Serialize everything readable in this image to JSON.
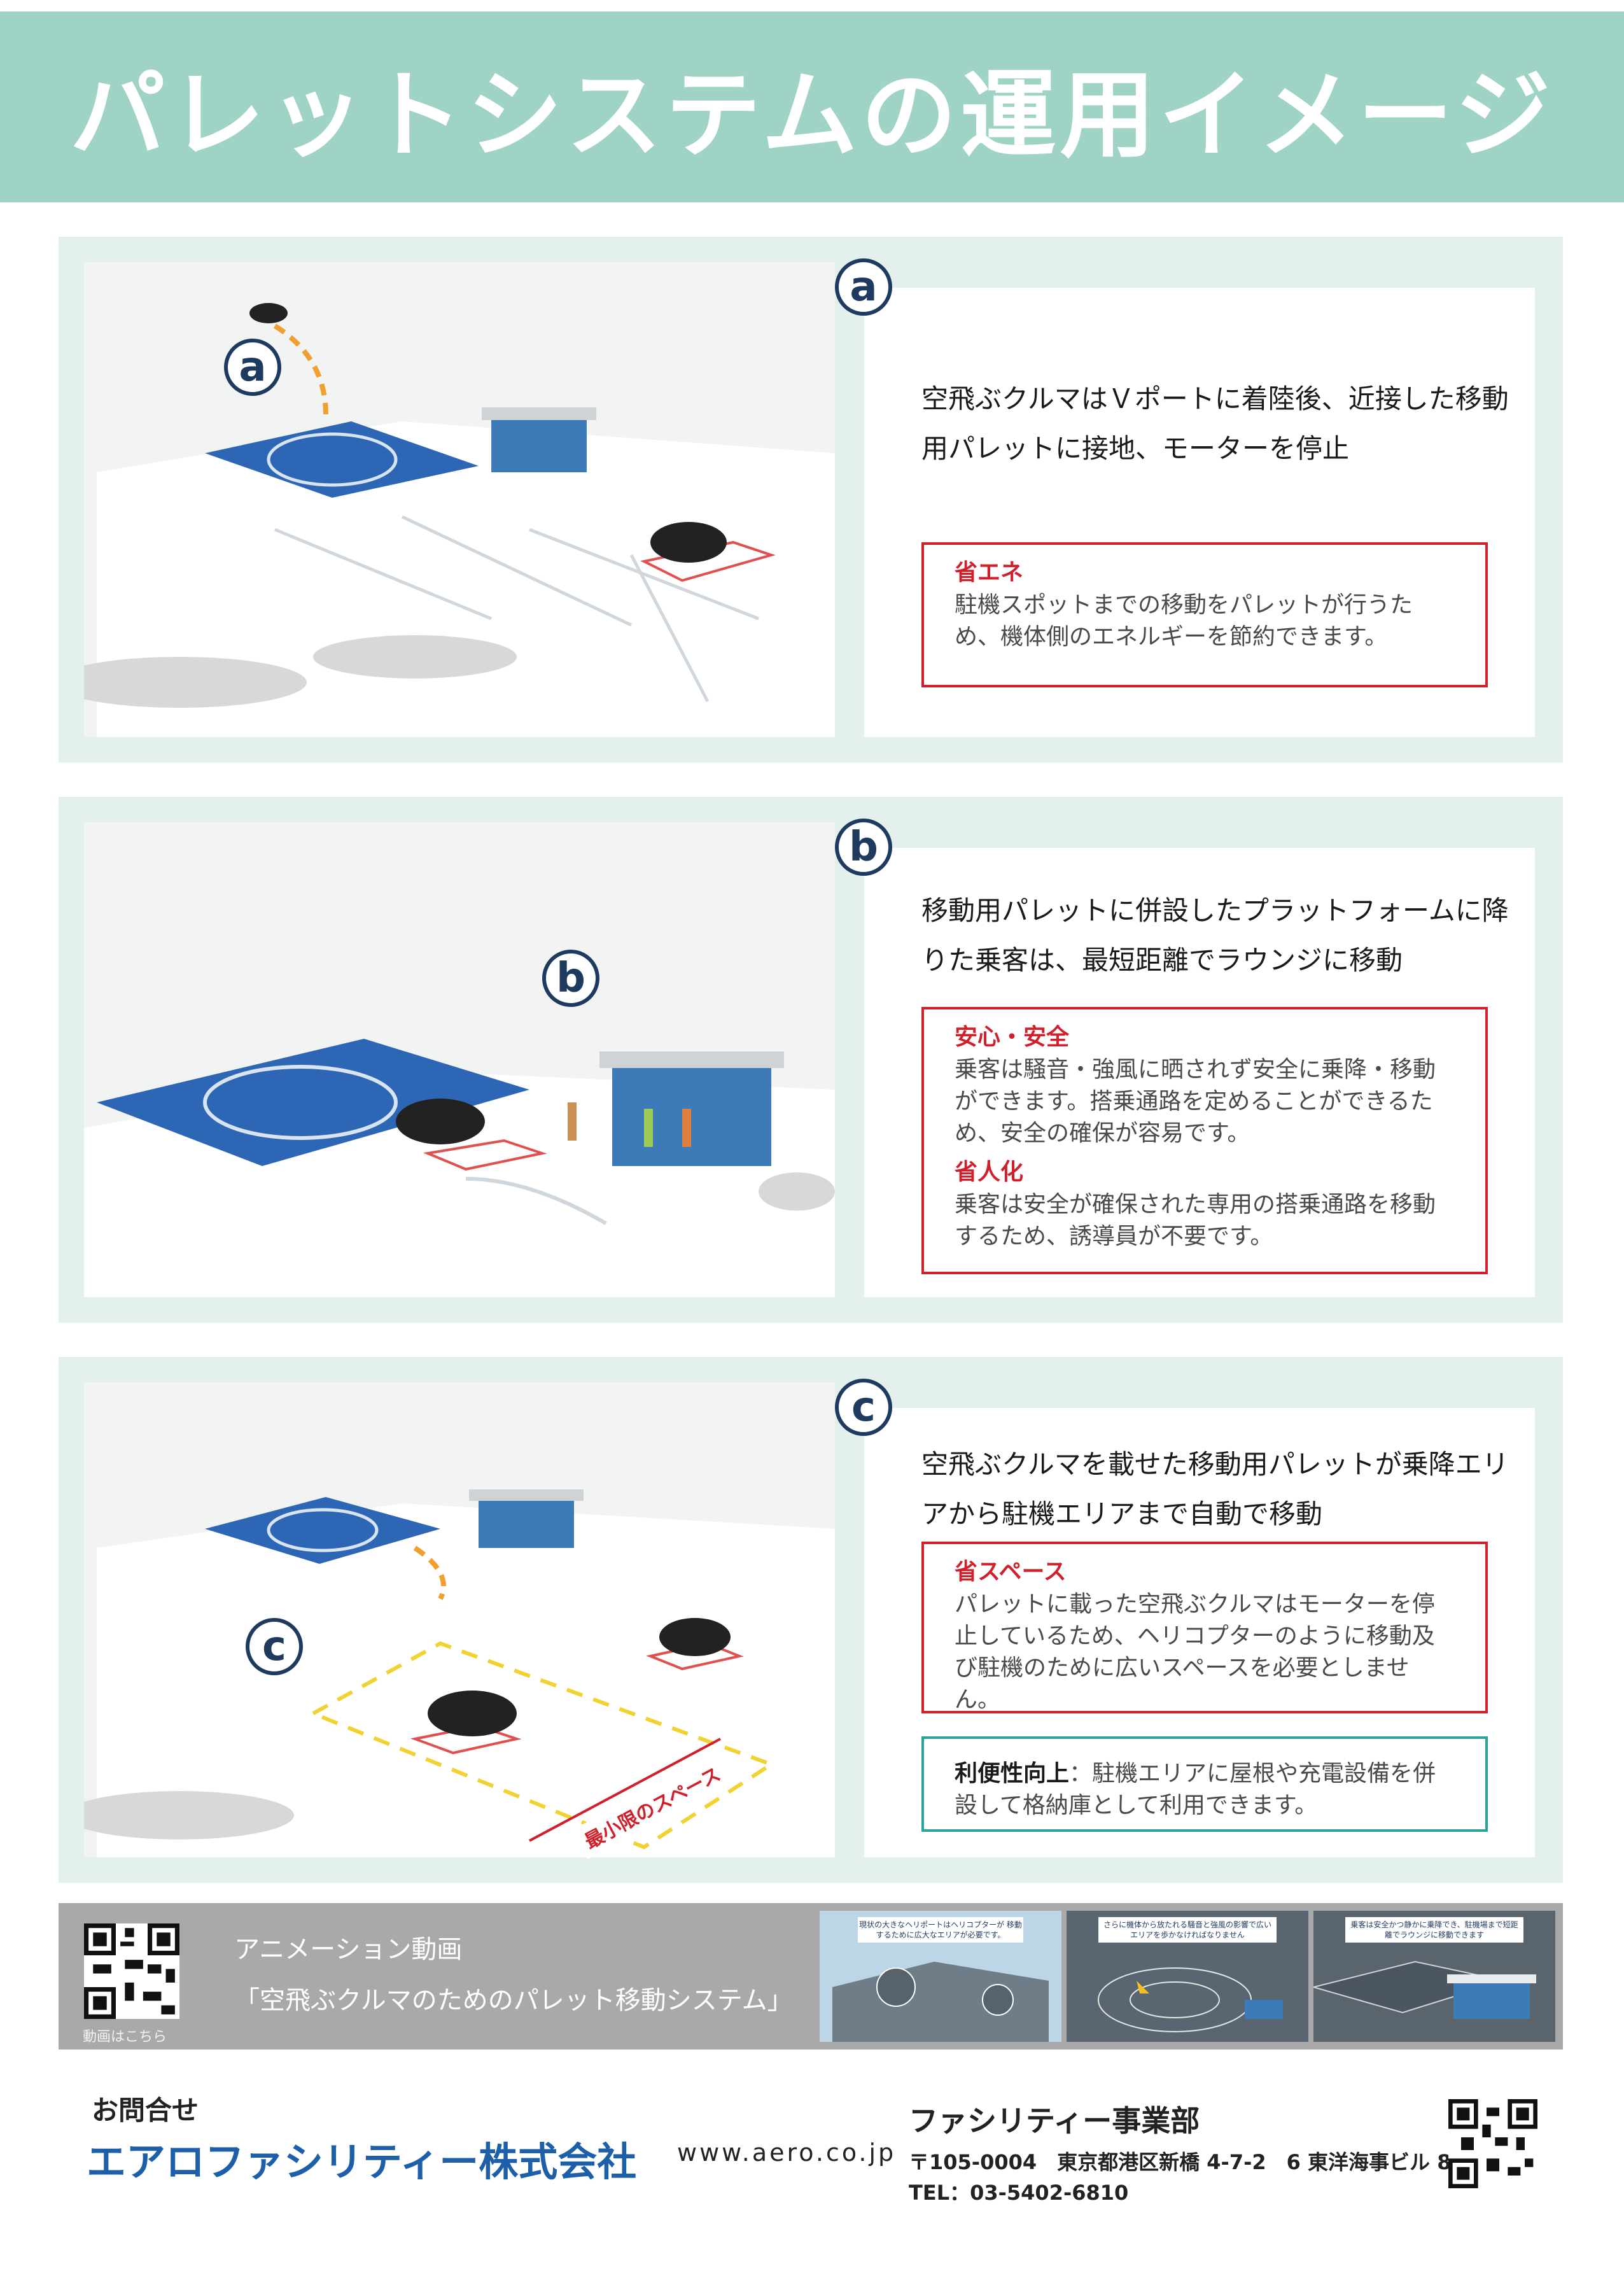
{
  "title": "パレットシステムの運用イメージ",
  "colors": {
    "header": "#9ed3c6",
    "section_bg": "#e4f0ec",
    "accent_red": "#d0202b",
    "accent_teal": "#2aa39a",
    "company_blue": "#1d5fa8",
    "pad_blue": "#2d66b5"
  },
  "sections": [
    {
      "number": "1",
      "letter": "a",
      "lead": "空飛ぶクルマはＶポートに着陸後、近接した移動用パレットに接地、モーターを停止",
      "boxes": [
        {
          "title": "省エネ",
          "body": "駐機スポットまでの移動をパレットが行うため、機体側のエネルギーを節約できます。"
        }
      ]
    },
    {
      "number": "2",
      "letter": "b",
      "lead": "移動用パレットに併設したプラットフォームに降りた乗客は、最短距離でラウンジに移動",
      "boxes": [
        {
          "title": "安心・安全",
          "body": "乗客は騒音・強風に晒されず安全に乗降・移動ができます。搭乗通路を定めることができるため、安全の確保が容易です。"
        },
        {
          "title": "省人化",
          "body": "乗客は安全が確保された専用の搭乗通路を移動するため、誘導員が不要です。"
        }
      ]
    },
    {
      "number": "3",
      "letter": "c",
      "lead": "空飛ぶクルマを載せた移動用パレットが乗降エリアから駐機エリアまで自動で移動",
      "boxes": [
        {
          "title": "省スペース",
          "body": "パレットに載った空飛ぶクルマはモーターを停止しているため、ヘリコプターのように移動及び駐機のために広いスペースを必要としません。"
        },
        {
          "title": "利便性向上",
          "body": "：駐機エリアに屋根や充電設備を併設して格納庫として利用できます。"
        }
      ],
      "scene_label": "最小限のスペース"
    }
  ],
  "animation": {
    "qr_caption": "動画はこちら",
    "title": "アニメーション動画",
    "subtitle": "「空飛ぶクルマのためのパレット移動システム」",
    "thumbs": [
      "現状の大きなヘリポートはヘリコプターが\n移動するために広大なエリアが必要です。",
      "さらに機体から放たれる騒音と強風の影響で広いエリアを歩かなければなりません",
      "乗客は安全かつ静かに乗降でき、駐機場まで短距離でラウンジに移動できます"
    ]
  },
  "footer": {
    "contact_label": "お問合せ",
    "company": "エアロファシリティー株式会社",
    "url": "www.aero.co.jp",
    "department": "ファシリティー事業部",
    "address": "〒105-0004　東京都港区新橋 4-7-2　6 東洋海事ビル 8F",
    "tel": "TEL：03-5402-6810"
  }
}
